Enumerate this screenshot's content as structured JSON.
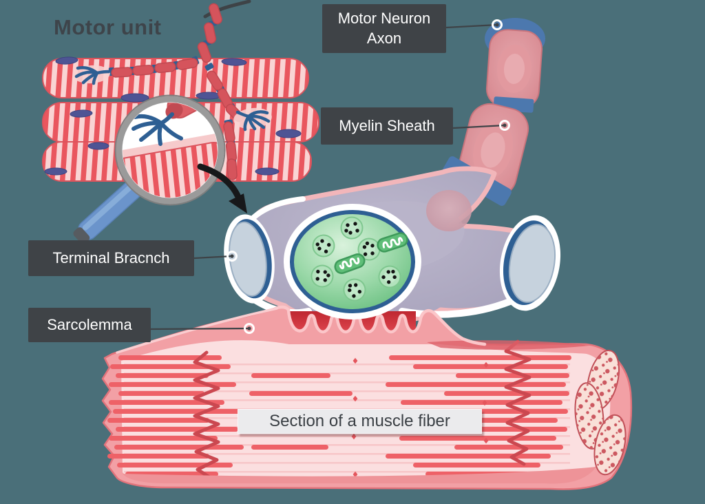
{
  "title": "Motor unit",
  "annotations": {
    "motor_neuron_axon": "Motor Neuron Axon",
    "myelin_sheath": "Myelin Sheath",
    "terminal_branch": "Terminal Bracnch",
    "sarcolemma": "Sarcolemma",
    "section_caption": "Section of a muscle fiber"
  },
  "colors": {
    "background": "#4A6F79",
    "label_background": "#3F4347",
    "label_text": "#FFFFFF",
    "title_text": "#3E444A",
    "caption_background": "#EBEBED",
    "caption_text": "#3A3F44",
    "muscle_stripe_red": "#E9565E",
    "muscle_stripe_pink": "#F9D4D4",
    "fiber_interior_pink": "#FBDFE0",
    "myofibril_red": "#EE6167",
    "zline_red": "#CB4850",
    "nucleus_purple": "#4E5494",
    "myelin_rose": "#D8868D",
    "node_blue": "#4C78AE",
    "terminal_branch_blue": "#2E5F93",
    "axon_terminal_lavender": "#A8A3BE",
    "bouton_green": "#8FD3A0",
    "vesicle_green": "#B2E2BC",
    "synaptic_cleft_red": "#C52F38",
    "magnifier_handle_blue": "#6B94CB",
    "leader_line": "#3E4347"
  }
}
